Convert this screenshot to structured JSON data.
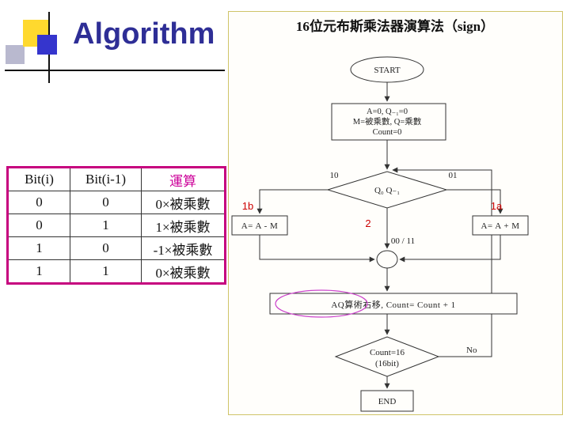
{
  "slide": {
    "title": "Algorithm"
  },
  "table": {
    "headers": [
      "Bit(i)",
      "Bit(i-1)",
      "運算"
    ],
    "rows": [
      [
        "0",
        "0",
        "0×被乘數"
      ],
      [
        "0",
        "1",
        "1×被乘數"
      ],
      [
        "1",
        "0",
        "-1×被乘數"
      ],
      [
        "1",
        "1",
        "0×被乘數"
      ]
    ]
  },
  "flowchart": {
    "title": "16位元布斯乘法器演算法（sign）",
    "start_label": "START",
    "init_line1": "A=0, Q₋₁=0",
    "init_line2": "M=被乘數, Q=乘數",
    "init_line3": "Count=0",
    "decision1_label": "Q₀  Q₋₁",
    "branch_left": "10",
    "branch_right": "01",
    "branch_down": "00 / 11",
    "sub_box": "A=  A - M",
    "add_box": "A=  A + M",
    "label_1b": "1b",
    "label_1a": "1a",
    "label_2": "2",
    "shift_box": "AQ算術右移, Count=  Count + 1",
    "decision2_line1": "Count=16",
    "decision2_line2": "(16bit)",
    "no_label": "No",
    "end_label": "END"
  },
  "colors": {
    "title_blue": "#2e2e96",
    "table_border_magenta": "#c6007e",
    "header_magenta": "#cc0099",
    "accent_red": "#cc0000",
    "ellipse_magenta": "#cc44cc",
    "panel_border_yellow": "#cfc468"
  }
}
